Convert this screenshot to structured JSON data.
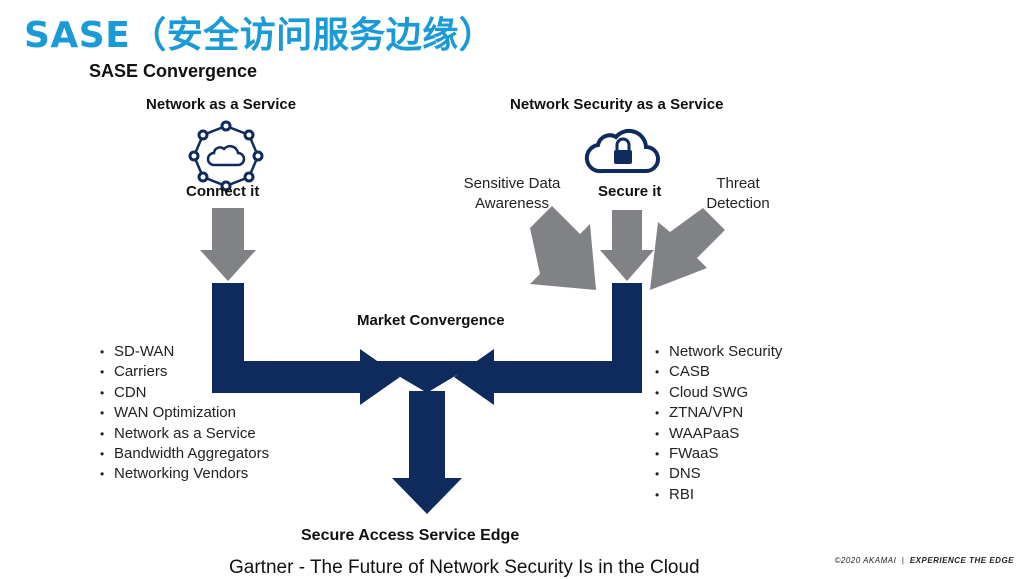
{
  "slide": {
    "title": "SASE（安全访问服务边缘）",
    "subtitle": "SASE Convergence"
  },
  "left": {
    "heading": "Network as a Service",
    "action": "Connect it",
    "icon": "network-cloud-icon",
    "items": [
      "SD-WAN",
      "Carriers",
      "CDN",
      "WAN Optimization",
      "Network as a Service",
      "Bandwidth Aggregators",
      "Networking Vendors"
    ]
  },
  "right": {
    "heading": "Network Security as a Service",
    "action": "Secure it",
    "icon": "lock-cloud-icon",
    "input_left_line1": "Sensitive Data",
    "input_left_line2": "Awareness",
    "input_right_line1": "Threat",
    "input_right_line2": "Detection",
    "items": [
      "Network Security",
      "CASB",
      "Cloud SWG",
      "ZTNA/VPN",
      "WAAPaaS",
      "FWaaS",
      "DNS",
      "RBI"
    ]
  },
  "center": {
    "label": "Market Convergence",
    "result": "Secure Access Service Edge"
  },
  "footer": {
    "source": "Gartner - The Future of Network Security Is in the Cloud",
    "copyright": "©2020 AKAMAI",
    "separator": "|",
    "tagline": "EXPERIENCE THE EDGE"
  },
  "colors": {
    "title": "#1a9ad6",
    "navy": "#0f2a5c",
    "gray_arrow": "#808285",
    "icon_stroke": "#0f2a5c"
  }
}
